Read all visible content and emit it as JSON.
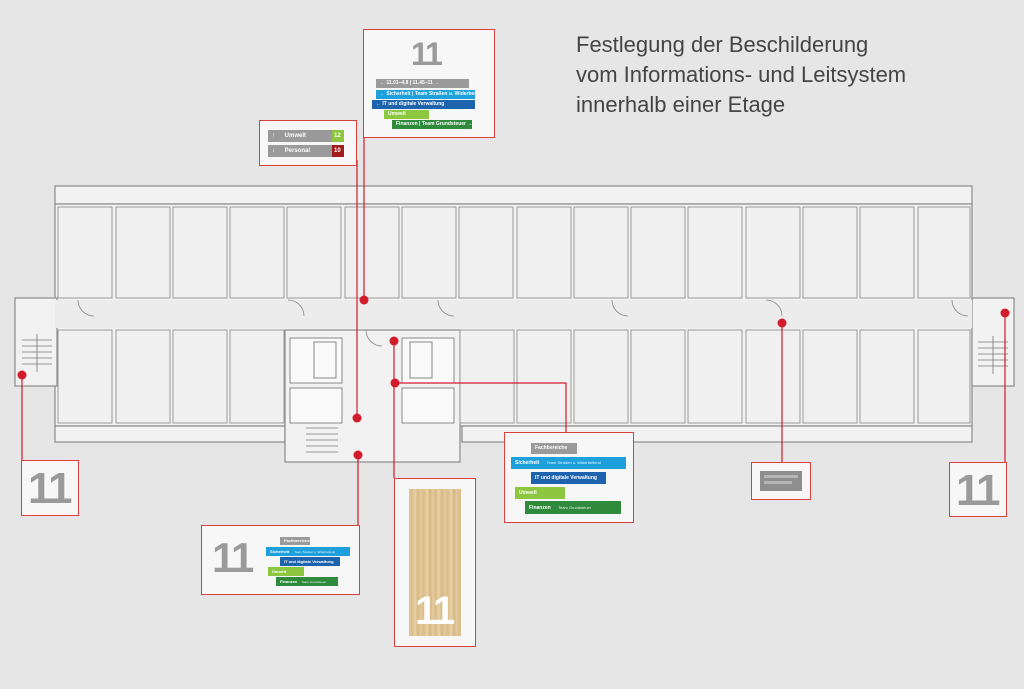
{
  "title": {
    "line1": "Festlegung der Beschilderung",
    "line2": "vom Informations- und Leitsystem",
    "line3": "innerhalb einer Etage"
  },
  "floor_number": "11",
  "top_sign": {
    "header": "← 11.01–4.8 | 11.45–11 →",
    "rows": [
      {
        "label": "← Sicherheit | Team Straßen u. Widerbeitend",
        "color": "#1ea0dc"
      },
      {
        "label": "← IT und digitale Verwaltung",
        "color": "#1d63ad"
      },
      {
        "label": "Umwelt",
        "color": "#8dc63f"
      },
      {
        "label": "Finanzen | Team Grundsteuer →",
        "color": "#2f8a3b"
      }
    ]
  },
  "direction_sign": {
    "rows": [
      {
        "arrow": "↑",
        "label": "Umwelt",
        "number": "12",
        "numcolor": "#8dc63f"
      },
      {
        "arrow": "↓",
        "label": "Personal",
        "number": "10",
        "numcolor": "#a11d1d"
      }
    ]
  },
  "right_sign": {
    "header": "Fachbereiche",
    "rows": [
      {
        "label": "Sicherheit",
        "sub": "Team Straßen u. Widerbeitend",
        "color": "#1ea0dc"
      },
      {
        "label": "IT und digitale Verwaltung",
        "sub": "",
        "color": "#1d63ad"
      },
      {
        "label": "Umwelt",
        "sub": "",
        "color": "#8dc63f"
      },
      {
        "label": "Finanzen",
        "sub": "Team Grundsteuer",
        "color": "#2f8a3b"
      }
    ]
  },
  "bottom_left_sign": {
    "header": "Fachbereiche",
    "rows": [
      {
        "label": "Sicherheit",
        "sub": "Team Straßen u. Widerbeitend",
        "color": "#1ea0dc"
      },
      {
        "label": "IT und digitale Verwaltung",
        "sub": "",
        "color": "#1d63ad"
      },
      {
        "label": "Umwelt",
        "sub": "",
        "color": "#8dc63f"
      },
      {
        "label": "Finanzen",
        "sub": "Team Grundsteuer",
        "color": "#2f8a3b"
      }
    ]
  },
  "colors": {
    "callout_border": "#d8403f",
    "marker": "#d21c2c",
    "wall": "#8a8a8a"
  }
}
